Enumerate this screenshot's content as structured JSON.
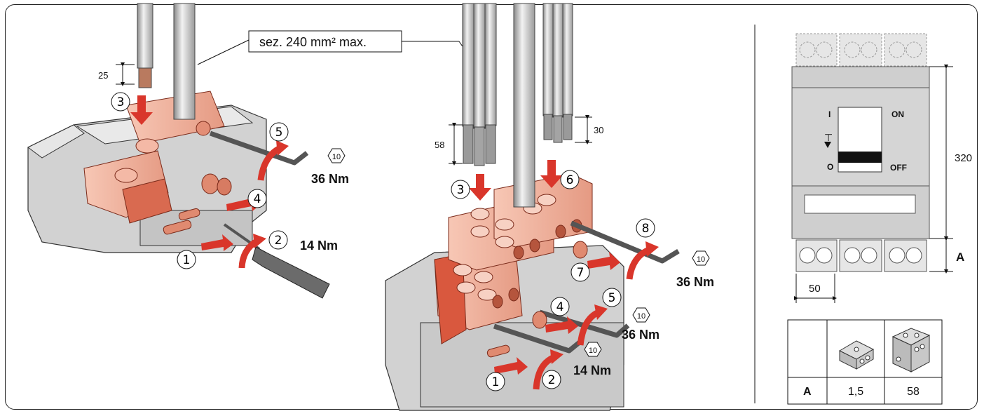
{
  "cable_section_note": "sez. 240 mm² max.",
  "strip_lengths": {
    "left": "25",
    "center_a": "58",
    "center_b": "30"
  },
  "torques": {
    "t36": "36 Nm",
    "t14": "14 Nm"
  },
  "hex_size": "10",
  "steps_left": [
    "1",
    "2",
    "3",
    "4",
    "5"
  ],
  "steps_center": [
    "1",
    "2",
    "3",
    "4",
    "5",
    "6",
    "7",
    "8"
  ],
  "breaker": {
    "on_label": "ON",
    "off_label": "OFF",
    "i_label": "I",
    "o_label": "O",
    "height_dim": "320",
    "width_dim": "50",
    "a_label": "A"
  },
  "table": {
    "header_label": "A",
    "values": [
      "1,5",
      "58"
    ]
  },
  "colors": {
    "copper": "#e8a08a",
    "copper_dark": "#c9563f",
    "arrow": "#d9362b",
    "housing": "#cfcfcf"
  }
}
